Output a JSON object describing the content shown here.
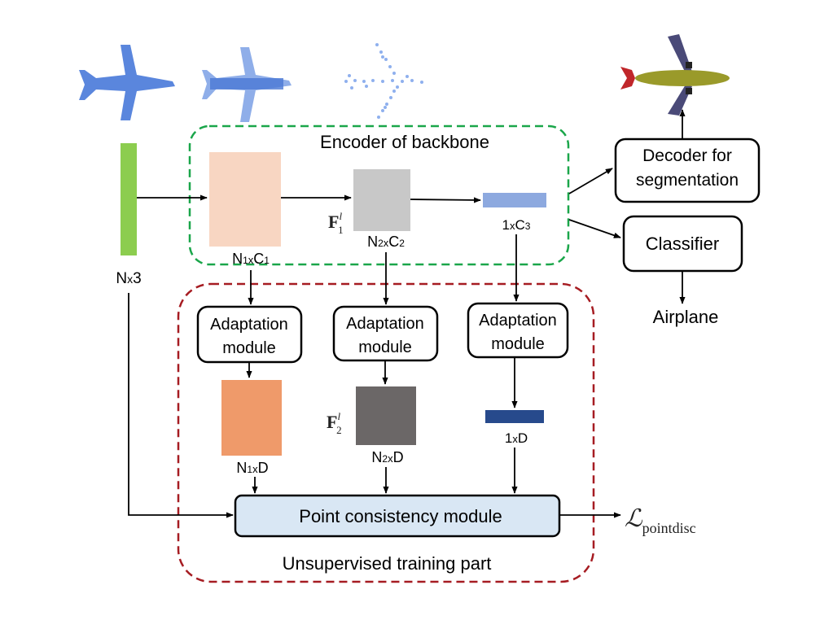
{
  "diagram": {
    "input_label": "N",
    "input_label_x": "x",
    "input_label_dim": "3",
    "encoder": {
      "title": "Encoder of backbone",
      "block1": {
        "n": "N",
        "n_sub": "1",
        "x": "x",
        "c": "C",
        "c_sub": "1"
      },
      "block2": {
        "n": "N",
        "n_sub": "2",
        "x": "x",
        "c": "C",
        "c_sub": "2"
      },
      "block3": {
        "one": "1",
        "x": "x",
        "c": "C",
        "c_sub": "3"
      },
      "feature1": {
        "symbol": "F",
        "sub": "1",
        "sup": "l"
      }
    },
    "decoder": {
      "line1": "Decoder for",
      "line2": "segmentation"
    },
    "classifier": {
      "label": "Classifier",
      "output": "Airplane"
    },
    "unsupervised": {
      "title": "Unsupervised training part",
      "adaptation": [
        {
          "line1": "Adaptation",
          "line2": "module"
        },
        {
          "line1": "Adaptation",
          "line2": "module"
        },
        {
          "line1": "Adaptation",
          "line2": "module"
        }
      ],
      "out1": {
        "n": "N",
        "n_sub": "1",
        "x": "x",
        "d": "D"
      },
      "out2": {
        "n": "N",
        "n_sub": "2",
        "x": "x",
        "d": "D"
      },
      "out3": {
        "one": "1",
        "x": "x",
        "d": "D"
      },
      "feature2": {
        "symbol": "F",
        "sub": "2",
        "sup": "l"
      },
      "point_module": "Point consistency module",
      "loss": {
        "symbol": "ℒ",
        "sub": "pointdisc"
      }
    },
    "colors": {
      "green_dash": "#1aa64a",
      "red_dash": "#a61c22",
      "input_bar": "#8ccd4f",
      "block1": "#f8d6c2",
      "block2": "#c8c8c8",
      "block3": "#8da9df",
      "out1": "#ef9a6a",
      "out2": "#6b6767",
      "out3": "#274a8c",
      "point_box": "#d9e7f4",
      "airplane_blue": "#5a86dd"
    }
  }
}
